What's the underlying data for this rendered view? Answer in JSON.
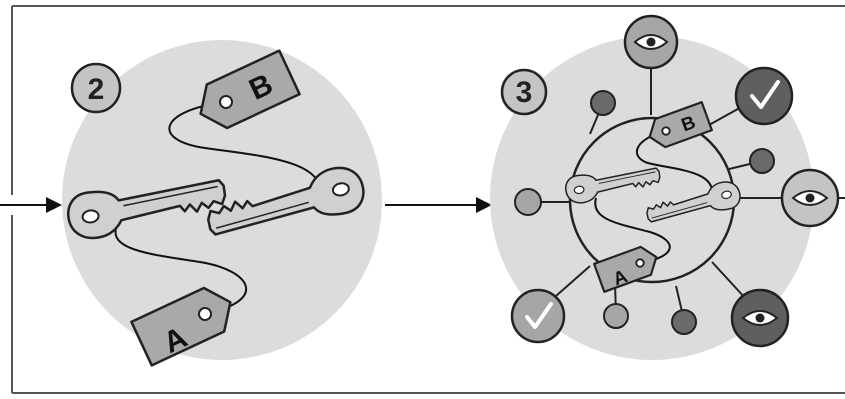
{
  "steps": [
    {
      "number": "2",
      "tag_a": "A",
      "tag_b": "B"
    },
    {
      "number": "3",
      "tag_a": "A",
      "tag_b": "B"
    }
  ],
  "colors": {
    "disc": "#dcdcdc",
    "frame": "#555555",
    "key": "#d0d0d0",
    "tag": "#a9a9a9",
    "node_dark": "#6a6a6a",
    "node_mid": "#a6a6a6",
    "outline": "#222222"
  },
  "icons": {
    "viewers": [
      "eye-icon",
      "check-icon",
      "eye-icon",
      "eye-icon",
      "check-icon"
    ]
  }
}
